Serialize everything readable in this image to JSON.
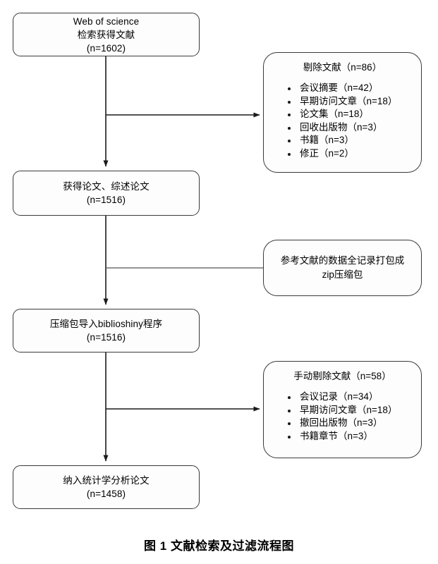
{
  "figure": {
    "caption": "图 1  文献检索及过滤流程图",
    "stroke_color": "#3a3a3a",
    "background_color": "#ffffff",
    "text_color": "#000000"
  },
  "main_nodes": [
    {
      "id": "search-results",
      "lines": [
        "Web of science",
        "检索获得文献",
        "(n=1602)"
      ]
    },
    {
      "id": "articles-reviews",
      "lines": [
        "获得论文、综述论文",
        "(n=1516)"
      ]
    },
    {
      "id": "biblioshiny-import",
      "lines": [
        "压缩包导入biblioshiny程序",
        "(n=1516)"
      ]
    },
    {
      "id": "included-analysis",
      "lines": [
        "纳入统计学分析论文",
        "(n=1458)"
      ]
    }
  ],
  "side_nodes": [
    {
      "id": "excluded-auto",
      "title": "剔除文献（n=86）",
      "items": [
        "会议摘要（n=42）",
        "早期访问文章（n=18）",
        "论文集（n=18）",
        "回收出版物（n=3）",
        "书籍（n=3）",
        "修正（n=2）"
      ]
    },
    {
      "id": "zip-package",
      "lines": [
        "参考文献的数据全记录打包成",
        "zip压缩包"
      ]
    },
    {
      "id": "excluded-manual",
      "title": "手动剔除文献（n=58）",
      "items": [
        "会议记录（n=34）",
        "早期访问文章（n=18）",
        "撤回出版物（n=3）",
        "书籍章节（n=3）"
      ]
    }
  ]
}
